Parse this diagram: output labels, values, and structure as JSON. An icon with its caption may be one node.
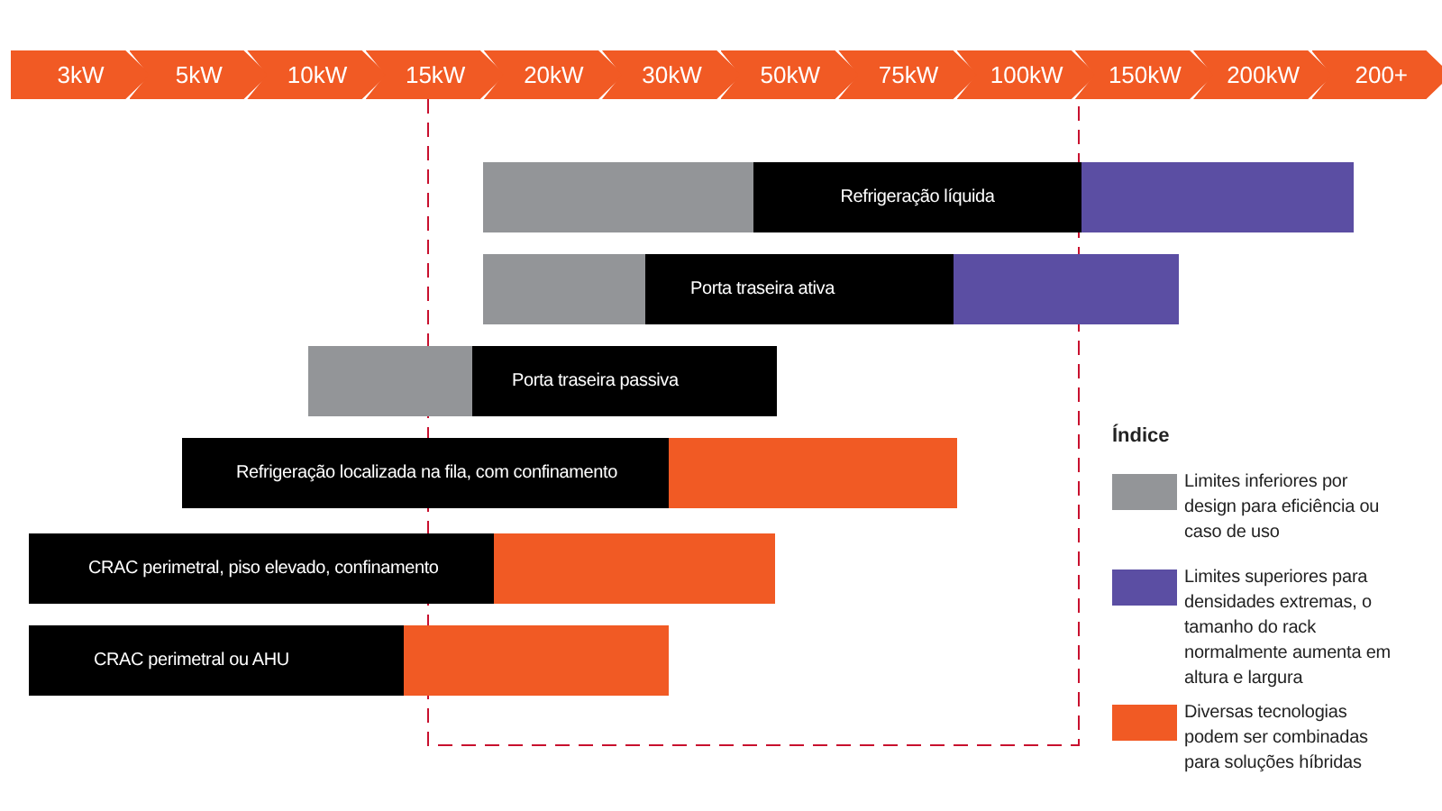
{
  "diagram": {
    "nodes": [
      {
        "text": [],
        "shape": "bar"
      },
      {
        "text": [
          "Refrigeração líquida"
        ]
      },
      {
        "text": [],
        "shape": "bar"
      },
      {
        "text": [],
        "shape": "bar"
      },
      {
        "text": [
          "Porta traseira ativa"
        ]
      },
      {
        "text": [],
        "shape": "bar"
      },
      {
        "text": [],
        "shape": "bar"
      },
      {
        "text": [
          "Porta traseira passiva"
        ]
      },
      {
        "text": [
          "Refrigeração localizada na fila, com confinamento"
        ]
      },
      {
        "text": [],
        "shape": "bar"
      },
      {
        "text": [
          "CRAC perimetral, piso elevado, confinamento"
        ]
      },
      {
        "text": [],
        "shape": "bar"
      },
      {
        "text": [
          "CRAC perimetral ou AHU"
        ]
      },
      {
        "text": [],
        "shape": "bar"
      }
    ],
    "edges": [],
    "labels": [
      "3kW",
      "5kW",
      "10kW",
      "15kW",
      "20kW",
      "30kW",
      "50kW",
      "75kW",
      "100kW",
      "150kW",
      "200kW",
      "200+",
      "Índice"
    ],
    "legend": [
      {
        "text": "Limites inferiores por design para eficiência ou caso de uso",
        "color": "#939598"
      },
      {
        "text": "Limites superiores para densidades extremas, o tamanho do rack normalmente aumenta em altura e largura",
        "color": "#5b4ea3"
      },
      {
        "text": "Diversas tecnologias podem ser combinadas para soluções híbridas",
        "color": "#f15a24"
      }
    ]
  }
}
